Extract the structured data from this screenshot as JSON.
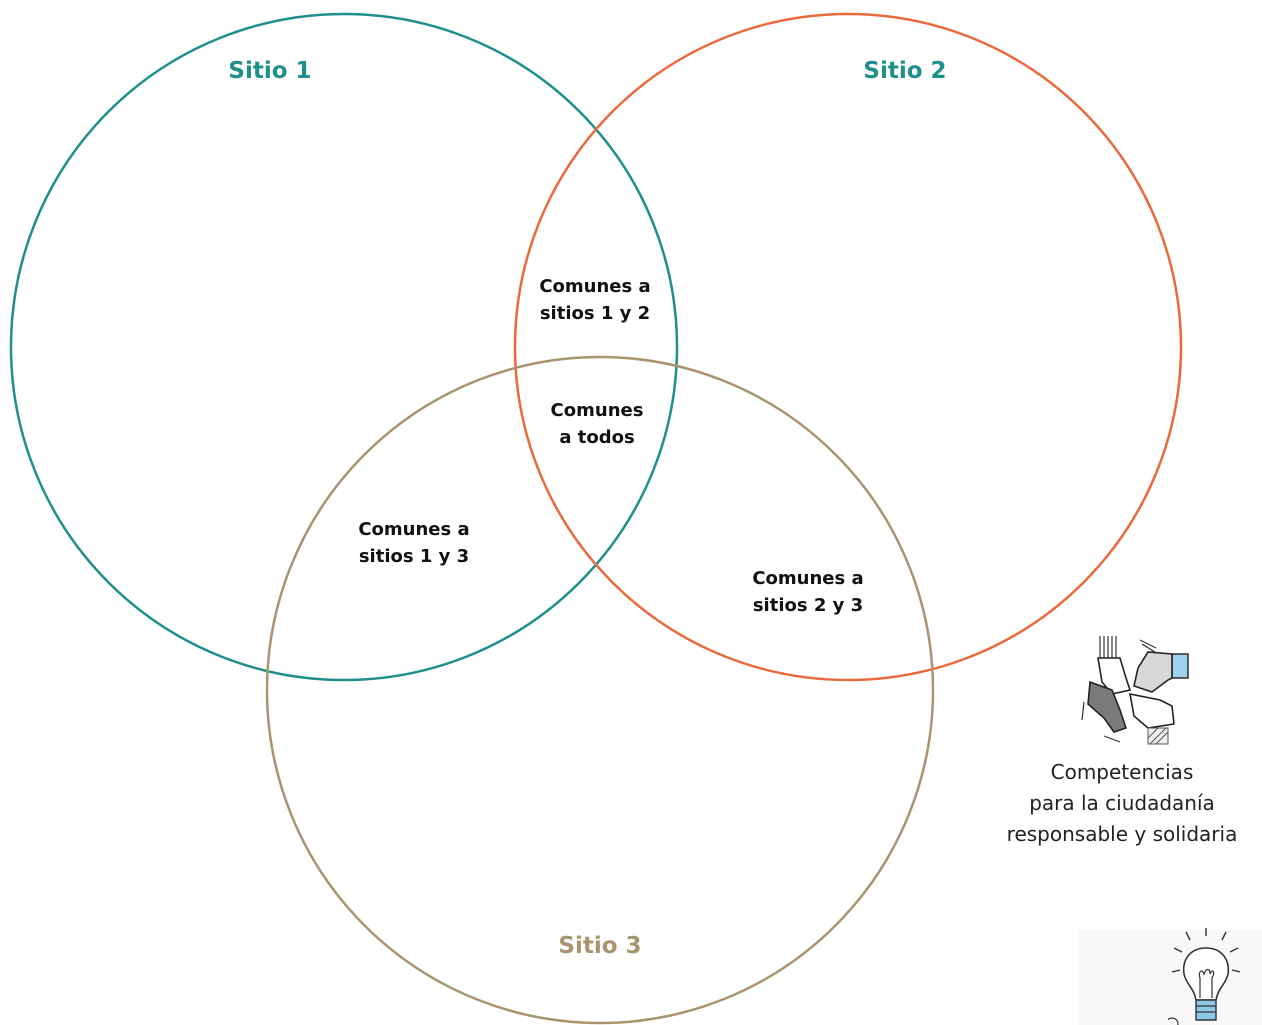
{
  "colors": {
    "sitio1": "#1f8f8a",
    "sitio2": "#ea6a3d",
    "sitio3": "#a8956f"
  },
  "sets": {
    "sitio1": "Sitio 1",
    "sitio2": "Sitio 2",
    "sitio3": "Sitio 3"
  },
  "regions": {
    "s12": [
      "Comunes a",
      "sitios 1 y 2"
    ],
    "all": [
      "Comunes",
      "a todos"
    ],
    "s13": [
      "Comunes a",
      "sitios 1 y 3"
    ],
    "s23": [
      "Comunes a",
      "sitios 2 y 3"
    ]
  },
  "caption": {
    "lines": [
      "Competencias",
      "para la ciudadanía",
      "responsable y solidaria"
    ],
    "icon": "joined-hands-icon"
  },
  "corner_icon": "lightbulb-icon"
}
